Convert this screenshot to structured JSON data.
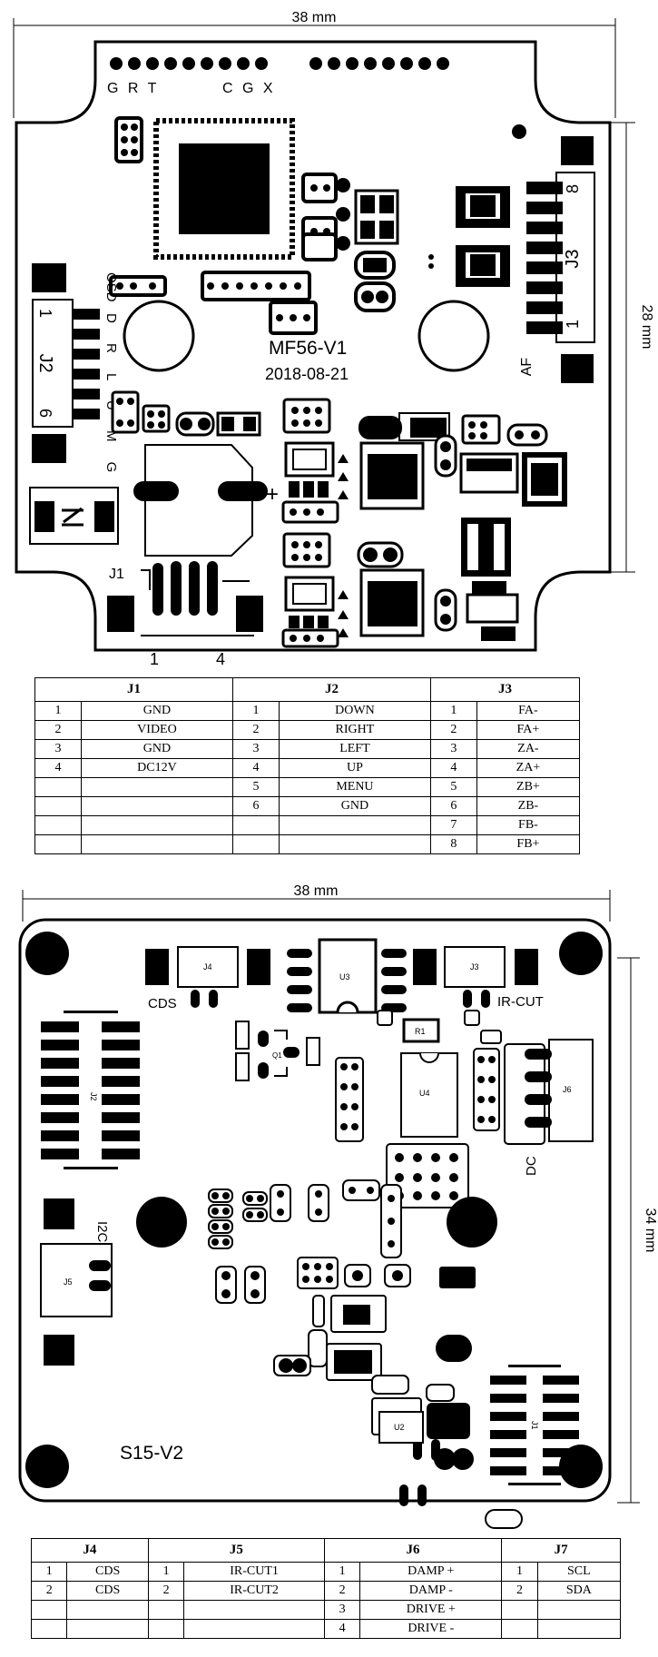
{
  "board1": {
    "width_dim": "38 mm",
    "height_dim": "28 mm",
    "header_left": "G R T",
    "header_right": "C G X",
    "osd": "OSD",
    "model": "MF56-V1",
    "date": "2018-08-21",
    "af": "AF",
    "j1": "J1",
    "j2": "J2",
    "j3": "J3",
    "j2_pin_first": "1",
    "j2_pin_last": "6",
    "j2_side_labels": "D R L U M G",
    "j3_pin_top": "8",
    "j3_pin_bottom": "1",
    "j1_pin_left": "1",
    "j1_pin_right": "4"
  },
  "table1": {
    "headers": [
      "J1",
      "J2",
      "J3"
    ],
    "rows": [
      [
        "1",
        "GND",
        "1",
        "DOWN",
        "1",
        "FA-"
      ],
      [
        "2",
        "VIDEO",
        "2",
        "RIGHT",
        "2",
        "FA+"
      ],
      [
        "3",
        "GND",
        "3",
        "LEFT",
        "3",
        "ZA-"
      ],
      [
        "4",
        "DC12V",
        "4",
        "UP",
        "4",
        "ZA+"
      ],
      [
        "",
        "",
        "5",
        "MENU",
        "5",
        "ZB+"
      ],
      [
        "",
        "",
        "6",
        "GND",
        "6",
        "ZB-"
      ],
      [
        "",
        "",
        "",
        "",
        "7",
        "FB-"
      ],
      [
        "",
        "",
        "",
        "",
        "8",
        "FB+"
      ]
    ]
  },
  "board2": {
    "width_dim": "38 mm",
    "height_dim": "34 mm",
    "model": "S15-V2",
    "cds": "CDS",
    "ir_cut": "IR-CUT",
    "i2c": "I2C",
    "dc": "DC",
    "j4": "J4",
    "j3": "J3",
    "j2": "J2",
    "j5": "J5",
    "j6": "J6",
    "j1": "J1",
    "u3": "U3",
    "u4": "U4",
    "u2": "U2",
    "q1": "Q1",
    "r1": "R1"
  },
  "table2": {
    "headers": [
      "J4",
      "J5",
      "J6",
      "J7"
    ],
    "rows": [
      [
        "1",
        "CDS",
        "1",
        "IR-CUT1",
        "1",
        "DAMP  +",
        "1",
        "SCL"
      ],
      [
        "2",
        "CDS",
        "2",
        "IR-CUT2",
        "2",
        "DAMP  -",
        "2",
        "SDA"
      ],
      [
        "",
        "",
        "",
        "",
        "3",
        "DRIVE +",
        "",
        ""
      ],
      [
        "",
        "",
        "",
        "",
        "4",
        "DRIVE -",
        "",
        ""
      ]
    ]
  }
}
